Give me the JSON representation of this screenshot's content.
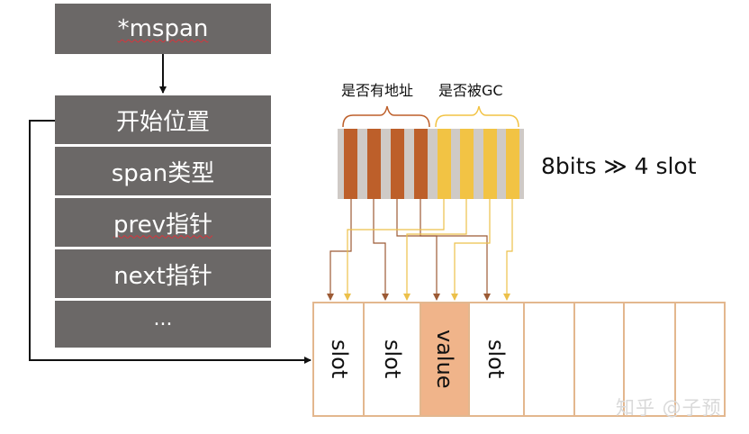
{
  "mspan": {
    "header": "*mspan",
    "fields": [
      "开始位置",
      "span类型",
      "prev指针",
      "next指针",
      "..."
    ]
  },
  "bitmap": {
    "label_has_address": "是否有地址",
    "label_gc": "是否被GC",
    "ratio_text": "8bits ≫ 4 slot",
    "colors": {
      "address_bits": "#bd5f2a",
      "gc_bits": "#f2c344",
      "gap": "#cfcac6"
    }
  },
  "slots": {
    "labels": [
      "slot",
      "slot",
      "value",
      "slot"
    ],
    "empty_cells": 4,
    "colors": {
      "border": "#e3b78e",
      "value_fill": "#f0b48a"
    }
  },
  "watermark": "知乎 @子预"
}
